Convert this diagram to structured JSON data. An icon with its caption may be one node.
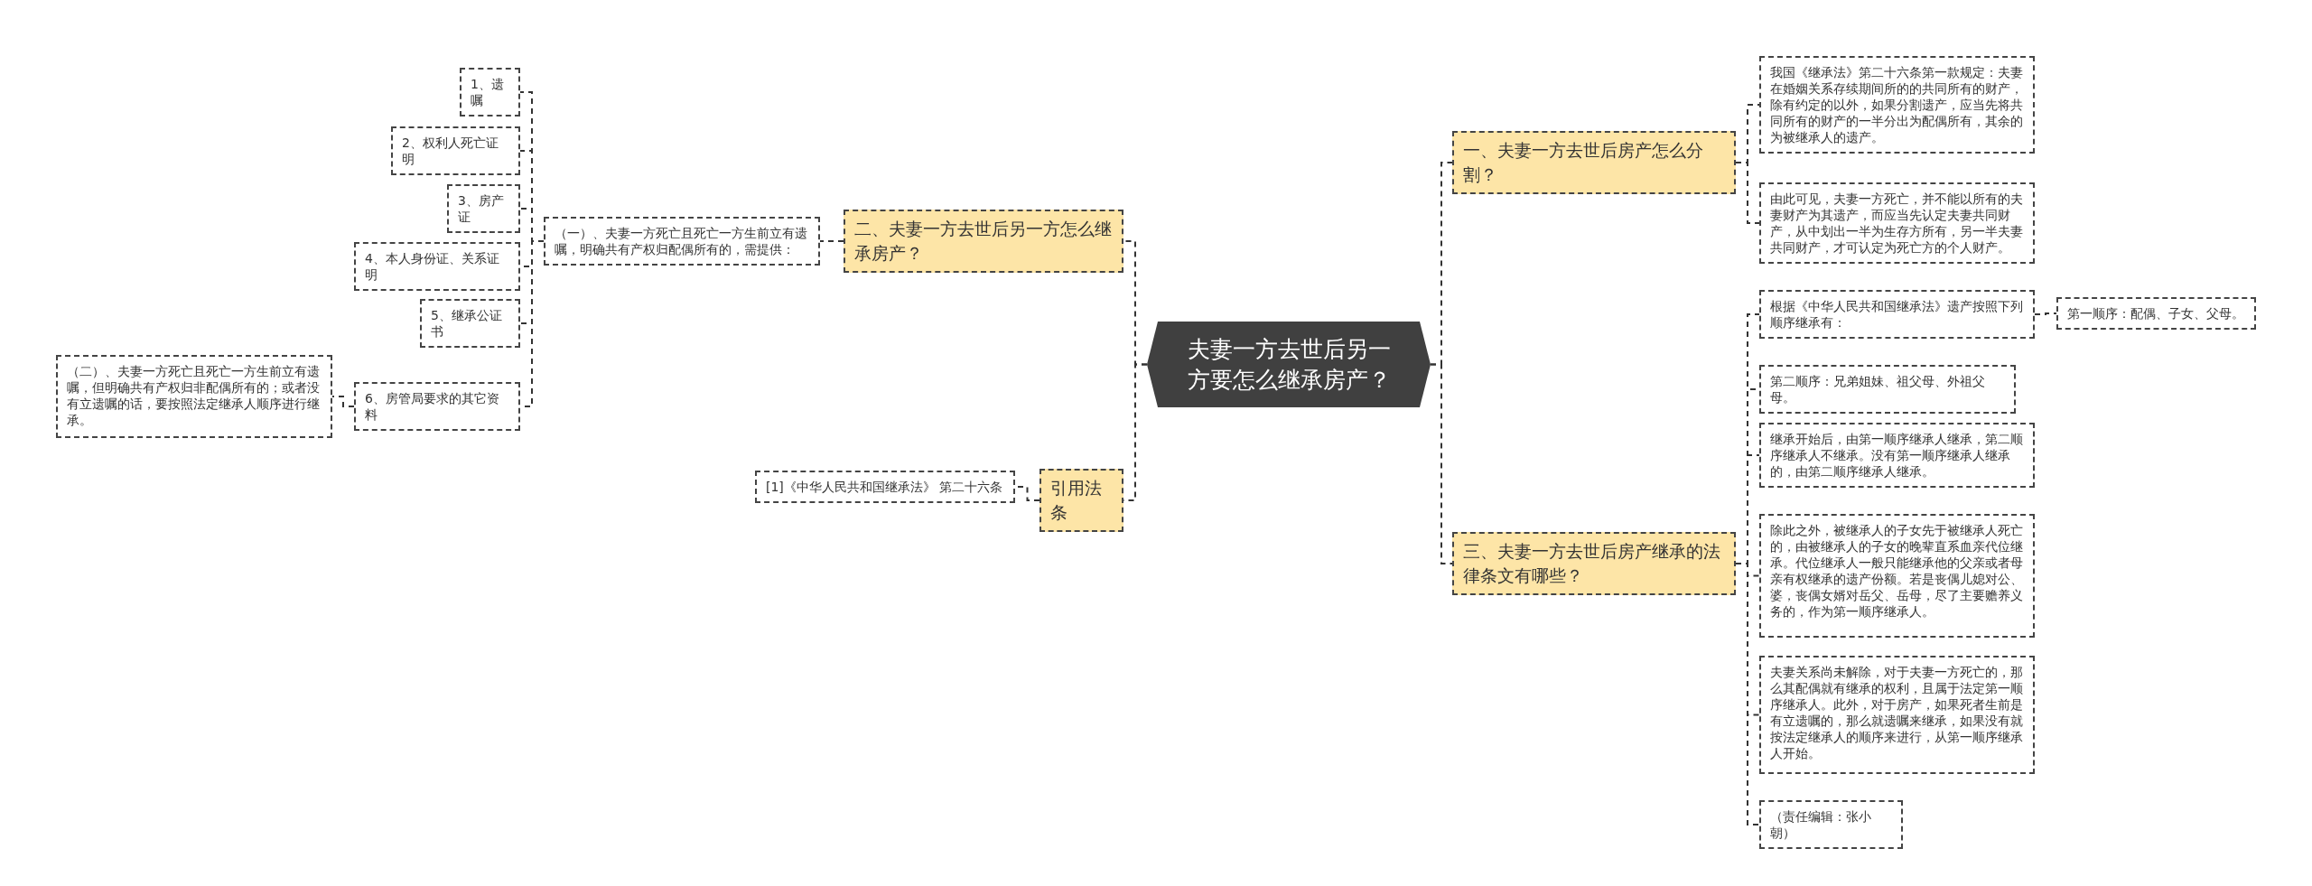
{
  "diagram": {
    "nodes": [
      {
        "text": [
          "夫妻一方去世后另一方要怎么继承房产？"
        ]
      },
      {
        "text": [
          "一、夫妻一方去世后房产怎么分割？"
        ]
      },
      {
        "text": [
          "我国《继承法》第二十六条第一款规定：夫妻在婚姻关系存续期间所的的共同所有的财产，除有约定的以外，如果分割遗产，应当先将共同所有的财产的一半分出为配偶所有，其余的为被继承人的遗产。"
        ]
      },
      {
        "text": [
          "由此可见，夫妻一方死亡，并不能以所有的夫妻财产为其遗产，而应当先认定夫妻共同财产，从中划出一半为生存方所有，另一半夫妻共同财产，才可认定为死亡方的个人财产。"
        ]
      },
      {
        "text": [
          "二、夫妻一方去世后另一方怎么继承房产？"
        ]
      },
      {
        "text": [
          "（一）、夫妻一方死亡且死亡一方生前立有遗嘱，明确共有产权归配偶所有的，需提供："
        ]
      },
      {
        "text": [
          "1、遗嘱"
        ]
      },
      {
        "text": [
          "2、权利人死亡证明"
        ]
      },
      {
        "text": [
          "3、房产证"
        ]
      },
      {
        "text": [
          "4、本人身份证、关系证明"
        ]
      },
      {
        "text": [
          "5、继承公证书"
        ]
      },
      {
        "text": [
          "6、房管局要求的其它资料"
        ]
      },
      {
        "text": [
          "（二）、夫妻一方死亡且死亡一方生前立有遗嘱，但明确共有产权归非配偶所有的；或者没有立遗嘱的话，要按照法定继承人顺序进行继承。"
        ]
      },
      {
        "text": [
          "引用法条"
        ]
      },
      {
        "text": [
          "[1]《中华人民共和国继承法》 第二十六条"
        ]
      },
      {
        "text": [
          "三、夫妻一方去世后房产继承的法律条文有哪些？"
        ]
      },
      {
        "text": [
          "根据《中华人民共和国继承法》遗产按照下列顺序继承有："
        ]
      },
      {
        "text": [
          "第一顺序：配偶、子女、父母。"
        ]
      },
      {
        "text": [
          "第二顺序：兄弟姐妹、祖父母、外祖父母。"
        ]
      },
      {
        "text": [
          "继承开始后，由第一顺序继承人继承，第二顺序继承人不继承。没有第一顺序继承人继承的，由第二顺序继承人继承。"
        ]
      },
      {
        "text": [
          "除此之外，被继承人的子女先于被继承人死亡的，由被继承人的子女的晚辈直系血亲代位继承。代位继承人一般只能继承他的父亲或者母亲有权继承的遗产份额。若是丧偶儿媳对公、婆，丧偶女婿对岳父、岳母，尽了主要赡养义务的，作为第一顺序继承人。"
        ]
      },
      {
        "text": [
          "夫妻关系尚未解除，对于夫妻一方死亡的，那么其配偶就有继承的权利，且属于法定第一顺序继承人。此外，对于房产，如果死者生前是有立遗嘱的，那么就遗嘱来继承，如果没有就按法定继承人的顺序来进行，从第一顺序继承人开始。"
        ]
      },
      {
        "text": [
          "（责任编辑：张小朝）"
        ]
      }
    ],
    "edges": [
      {
        "from": 0,
        "to": 1,
        "arrow": "none"
      },
      {
        "from": 1,
        "to": 2,
        "arrow": "none"
      },
      {
        "from": 1,
        "to": 3,
        "arrow": "none"
      },
      {
        "from": 0,
        "to": 4,
        "arrow": "none"
      },
      {
        "from": 4,
        "to": 5,
        "arrow": "none"
      },
      {
        "from": 5,
        "to": 6,
        "arrow": "none"
      },
      {
        "from": 5,
        "to": 7,
        "arrow": "none"
      },
      {
        "from": 5,
        "to": 8,
        "arrow": "none"
      },
      {
        "from": 5,
        "to": 9,
        "arrow": "none"
      },
      {
        "from": 5,
        "to": 10,
        "arrow": "none"
      },
      {
        "from": 5,
        "to": 11,
        "arrow": "none"
      },
      {
        "from": 11,
        "to": 12,
        "arrow": "none"
      },
      {
        "from": 0,
        "to": 13,
        "arrow": "none"
      },
      {
        "from": 13,
        "to": 14,
        "arrow": "none"
      },
      {
        "from": 0,
        "to": 15,
        "arrow": "none"
      },
      {
        "from": 15,
        "to": 16,
        "arrow": "none"
      },
      {
        "from": 16,
        "to": 17,
        "arrow": "none"
      },
      {
        "from": 15,
        "to": 18,
        "arrow": "none"
      },
      {
        "from": 15,
        "to": 19,
        "arrow": "none"
      },
      {
        "from": 15,
        "to": 20,
        "arrow": "none"
      },
      {
        "from": 15,
        "to": 21,
        "arrow": "none"
      },
      {
        "from": 15,
        "to": 22,
        "arrow": "none"
      }
    ]
  }
}
